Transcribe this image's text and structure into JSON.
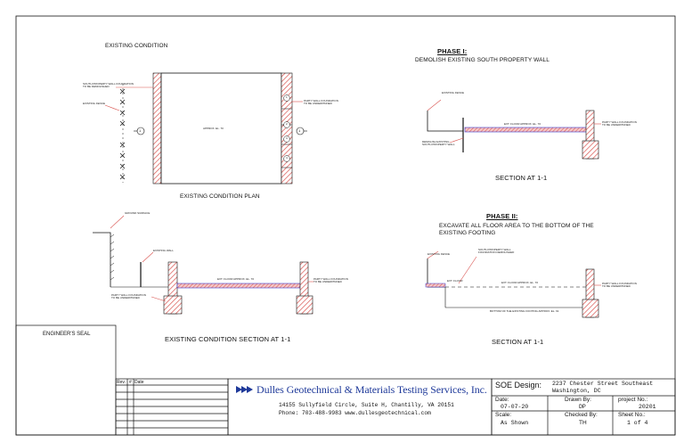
{
  "sheet": {
    "existing": {
      "title": "EXISTING CONDITION",
      "plan_title": "EXISTING CONDITION PLAN",
      "section_title": "EXISTING CONDITION SECTION AT 1-1",
      "plan_labels": {
        "south_wall": "SOUTH PROPERTY WALL FOUNDATION\nTO BE DEMOLISHED",
        "x_line": "EXISTING FENCE",
        "approx": "APPROX. EL. 70",
        "party_wall": "PARTY WALL FOUNDATION\nTO BE UNDERPINNED",
        "section_marker": "1",
        "numbers": [
          "1",
          "2",
          "3",
          "4"
        ]
      },
      "section_labels": {
        "ground": "GROUND SURFACE",
        "wall": "EXISTING WALL",
        "slab": "EXT. FLOOR APPROX. EL. 70",
        "left_footing": "PARTY WALL FOUNDATION\nTO BE UNDERPINNED",
        "right_footing": "PARTY WALL FOUNDATION\nTO BE UNDERPINNED"
      }
    },
    "phase1": {
      "heading": "PHASE I:",
      "subheading": "DEMOLISH EXISTING SOUTH PROPERTY WALL",
      "section_title": "SECTION AT 1-1",
      "labels": {
        "fence": "EXISTING FENCE",
        "slab": "EXT. FLOOR APPROX. EL. 70",
        "demo": "DEMOLISH EXISTING\nSOUTH PROPERTY WALL",
        "party": "PARTY WALL FOUNDATION\nTO BE UNDERPINNED"
      }
    },
    "phase2": {
      "heading": "PHASE II:",
      "subheading": "EXCAVATE ALL FLOOR AREA TO THE BOTTOM OF THE\nEXISTING FOOTING",
      "section_title": "SECTION AT 1-1",
      "labels": {
        "fence": "EXISTING FENCE",
        "demo": "SOUTH PROPERTY WALL\nFOUNDATION DEMOLISHED",
        "slab_left": "EXT. FLOOR",
        "slab": "EXT. FLOOR APPROX. EL. 70",
        "party": "PARTY WALL FOUNDATION\nTO BE UNDERPINNED",
        "bottom": "BOTTOM OF THE EXISTING FOOTING APPROX. EL. 61"
      }
    }
  },
  "title_block": {
    "engineers_seal": "ENGINEER'S SEAL",
    "rev_header": [
      "Rev.",
      "#",
      "Date"
    ],
    "company": "Dulles Geotechnical & Materials Testing Services, Inc.",
    "address": "14155 Sullyfield Circle, Suite H, Chantilly, VA 20151",
    "contact": "Phone: 703-488-9983  www.dullesgeotechnical.com",
    "soe_label": "SOE Design:",
    "soe_value": "2237 Chester Street Southeast\nWashington, DC",
    "date_label": "Date:",
    "date_value": "07-07-20",
    "drawn_label": "Drawn By:",
    "drawn_value": "DP",
    "project_label": "project No.:",
    "project_value": "20201",
    "scale_label": "Scale:",
    "scale_value": "As Shown",
    "checked_label": "Checked By:",
    "checked_value": "TH",
    "sheet_label": "Sheet No.:",
    "sheet_value": "1 of 4"
  },
  "colors": {
    "hatch": "#d9534f",
    "slab": "#3a3ad0",
    "brand": "#1f3a9a",
    "line": "#111111"
  }
}
